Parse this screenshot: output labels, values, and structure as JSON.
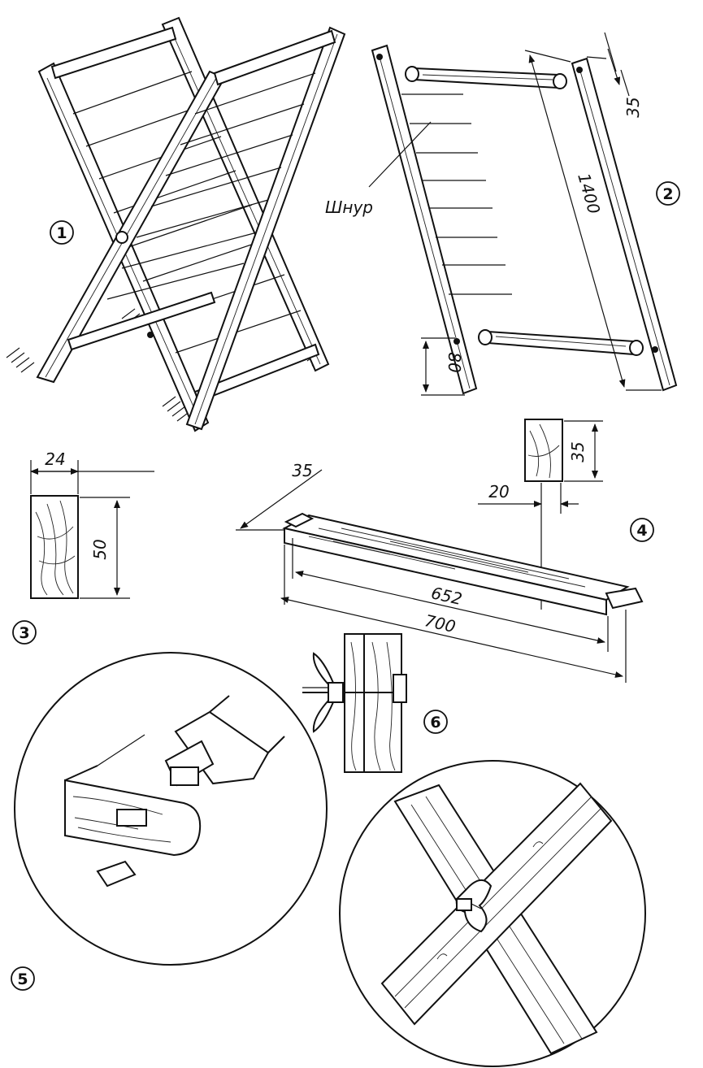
{
  "figure": {
    "cord_label": "Шнур",
    "figure_numbers": [
      "1",
      "2",
      "3",
      "4",
      "5",
      "6"
    ],
    "dimensions": {
      "rail_length": "1400",
      "rail_width": "35",
      "rail_end_offset": "80",
      "section_width": "24",
      "section_height": "50",
      "crossbar_thickness": "35",
      "tenon_section_height": "35",
      "tenon_width": "20",
      "shoulder_length": "652",
      "total_length": "700"
    }
  }
}
